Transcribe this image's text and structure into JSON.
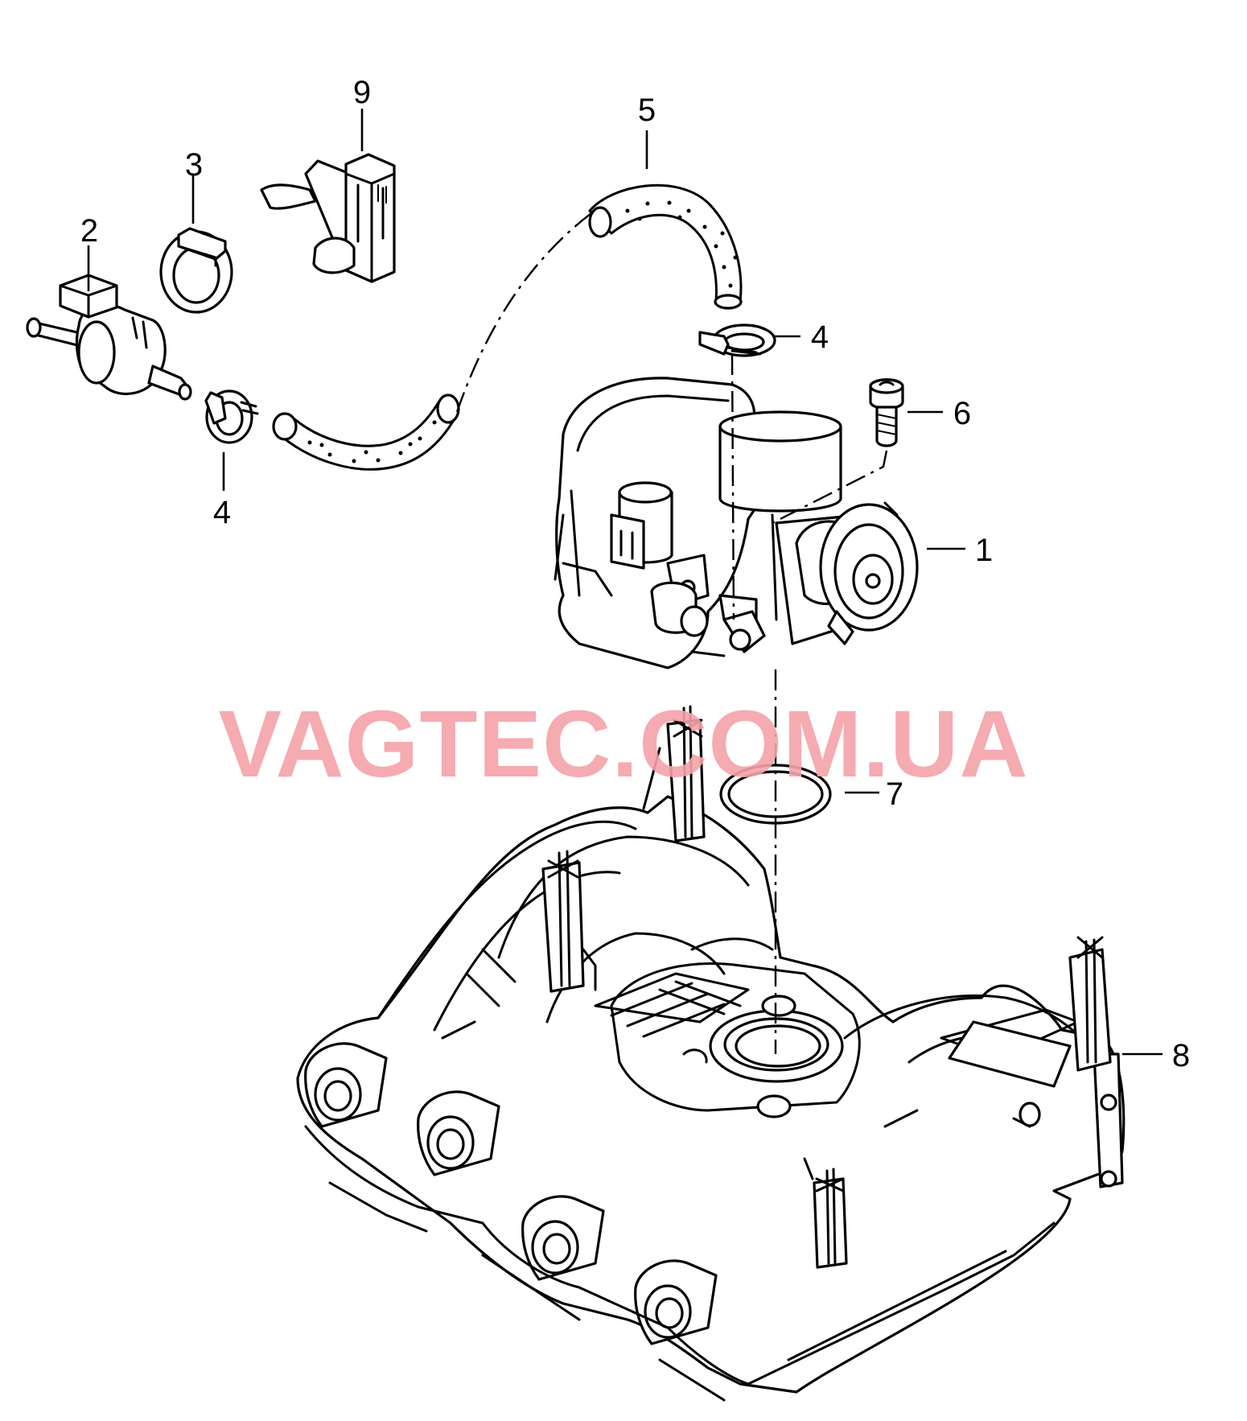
{
  "watermark": "VAGTEC.COM.UA",
  "callouts": {
    "c1": "1",
    "c2": "2",
    "c3": "3",
    "c4a": "4",
    "c4b": "4",
    "c5": "5",
    "c6": "6",
    "c7": "7",
    "c8": "8",
    "c9": "9"
  },
  "colors": {
    "watermark": "#f4a3a8",
    "lines": "#000000",
    "background": "#ffffff"
  }
}
